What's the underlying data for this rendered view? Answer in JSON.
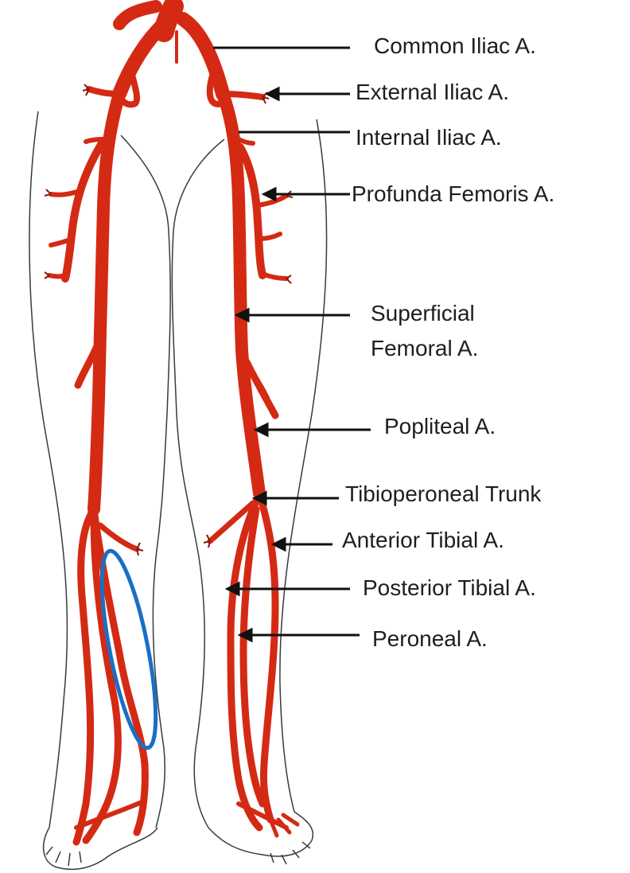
{
  "colors": {
    "artery": "#d42a14",
    "artery_edge": "#8a1a0c",
    "outline": "#3a3a3a",
    "pointer": "#111111",
    "highlight": "#1a6fc4",
    "background": "#ffffff"
  },
  "labels": {
    "common_iliac": "Common Iliac A.",
    "external_iliac": "External Iliac A.",
    "internal_iliac": "Internal Iliac A.",
    "profunda_femoris": "Profunda Femoris A.",
    "superficial_femoral": "Superficial\nFemoral A.",
    "popliteal": "Popliteal A.",
    "tibioperoneal_trunk": "Tibioperoneal Trunk",
    "anterior_tibial": "Anterior Tibial A.",
    "posterior_tibial": "Posterior Tibial A.",
    "peroneal": "Peroneal A."
  },
  "highlight": {
    "shape": "ellipse",
    "region": "right-leg lower calf"
  }
}
